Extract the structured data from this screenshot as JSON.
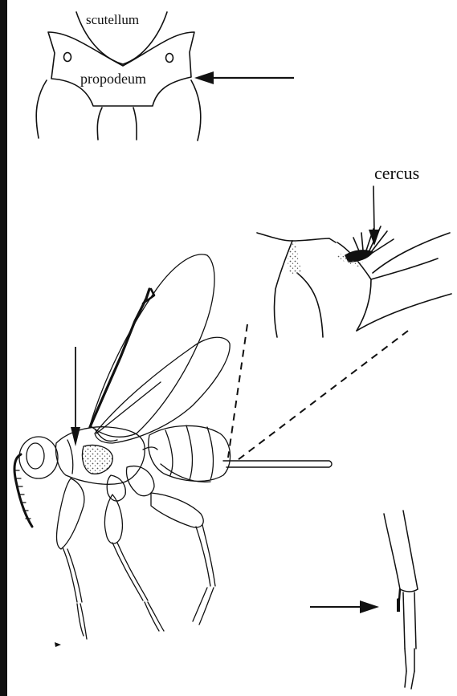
{
  "labels": {
    "scutellum": "scutellum",
    "propodeum": "propodeum",
    "cercus": "cercus"
  },
  "colors": {
    "ink": "#111111",
    "background": "#ffffff",
    "stipple": "#555555"
  }
}
